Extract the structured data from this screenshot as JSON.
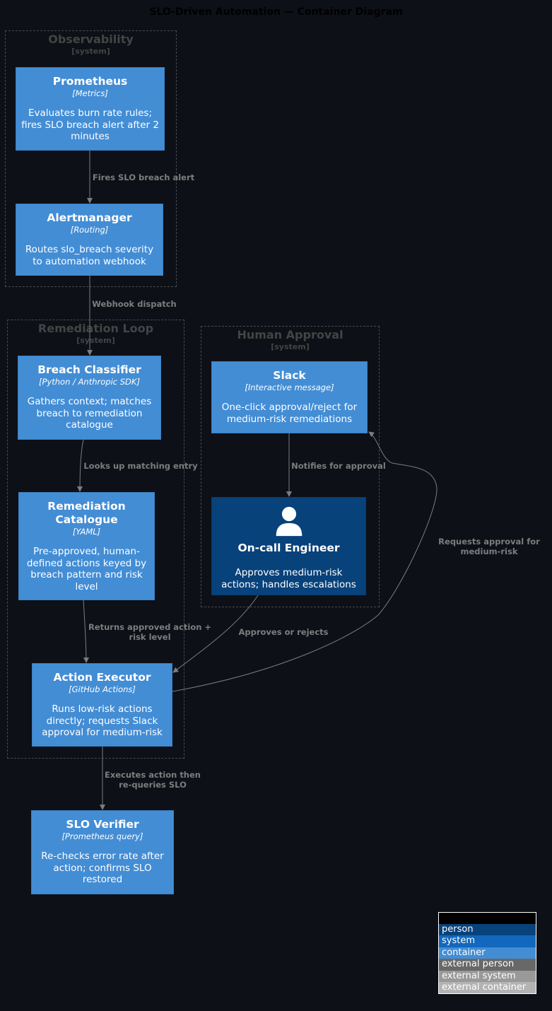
{
  "title": "SLO-Driven Automation — Container Diagram",
  "boundaries": {
    "observability": {
      "name": "Observability",
      "type": "[system]"
    },
    "remediation": {
      "name": "Remediation Loop",
      "type": "[system]"
    },
    "human": {
      "name": "Human Approval",
      "type": "[system]"
    }
  },
  "nodes": {
    "prometheus": {
      "name": "Prometheus",
      "tech": "[Metrics]",
      "desc": "Evaluates burn rate rules; fires SLO breach alert after 2 minutes"
    },
    "alertmanager": {
      "name": "Alertmanager",
      "tech": "[Routing]",
      "desc": "Routes slo_breach severity to automation webhook"
    },
    "classifier": {
      "name": "Breach Classifier",
      "tech": "[Python / Anthropic SDK]",
      "desc": "Gathers context; matches breach to remediation catalogue"
    },
    "catalogue": {
      "name": "Remediation Catalogue",
      "tech": "[YAML]",
      "desc": "Pre-approved, human-defined actions keyed by breach pattern and risk level"
    },
    "executor": {
      "name": "Action Executor",
      "tech": "[GitHub Actions]",
      "desc": "Runs low-risk actions directly; requests Slack approval for medium-risk"
    },
    "verifier": {
      "name": "SLO Verifier",
      "tech": "[Prometheus query]",
      "desc": "Re-checks error rate after action; confirms SLO restored"
    },
    "slack": {
      "name": "Slack",
      "tech": "[Interactive message]",
      "desc": "One-click approval/reject for medium-risk remediations"
    },
    "engineer": {
      "name": "On-call Engineer",
      "desc": "Approves medium-risk actions; handles escalations",
      "icon": "person-icon"
    }
  },
  "edges": [
    {
      "id": "e1",
      "label": "Fires SLO breach alert"
    },
    {
      "id": "e2",
      "label": "Webhook dispatch"
    },
    {
      "id": "e3",
      "label": "Looks up matching entry"
    },
    {
      "id": "e4",
      "label": "Returns approved action + risk level"
    },
    {
      "id": "e5",
      "label": "Executes action then re-queries SLO"
    },
    {
      "id": "e6",
      "label": "Notifies for approval"
    },
    {
      "id": "e7",
      "label": "Approves or rejects"
    },
    {
      "id": "e8",
      "label": "Requests approval for medium-risk"
    }
  ],
  "legend": {
    "title": "Legend",
    "items": [
      {
        "label": "person",
        "color": "#08427b"
      },
      {
        "label": "system",
        "color": "#1168bd"
      },
      {
        "label": "container",
        "color": "#438dd5"
      },
      {
        "label": "external person",
        "color": "#686868"
      },
      {
        "label": "external system",
        "color": "#999999"
      },
      {
        "label": "external container",
        "color": "#b3b3b3"
      }
    ]
  },
  "colors": {
    "container": "#438dd5",
    "person": "#08427b",
    "edge": "#7d7d7d",
    "background": "#0d1017"
  }
}
